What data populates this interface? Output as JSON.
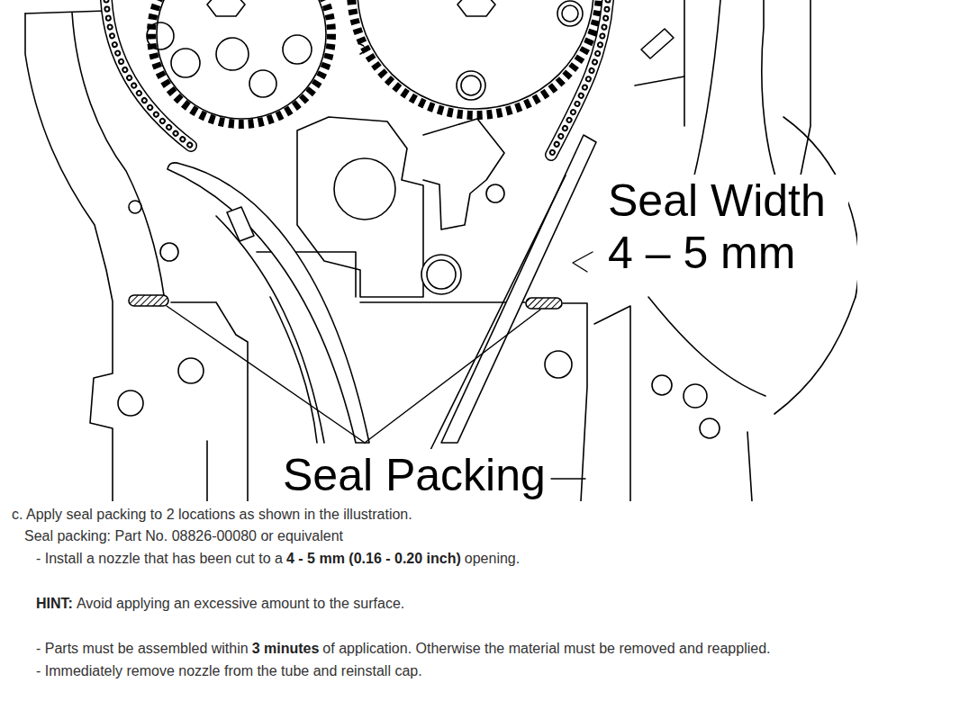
{
  "diagram": {
    "labels": [
      "Seal Width 4 – 5 mm",
      "Seal Packing",
      "c. Apply seal packing to 2 locations as shown in the illustration.",
      "Seal packing: Part No. 08826-00080 or equivalent",
      "- Install a nozzle that has been cut to a",
      "4 - 5 mm (0.16 - 0.20 inch)",
      "opening.",
      "HINT:",
      "Avoid applying an excessive amount to the surface.",
      "- Parts must be assembled within",
      "3 minutes",
      "of application. Otherwise the material must be removed and reapplied.",
      "- Immediately remove nozzle from the tube and reinstall cap."
    ]
  }
}
